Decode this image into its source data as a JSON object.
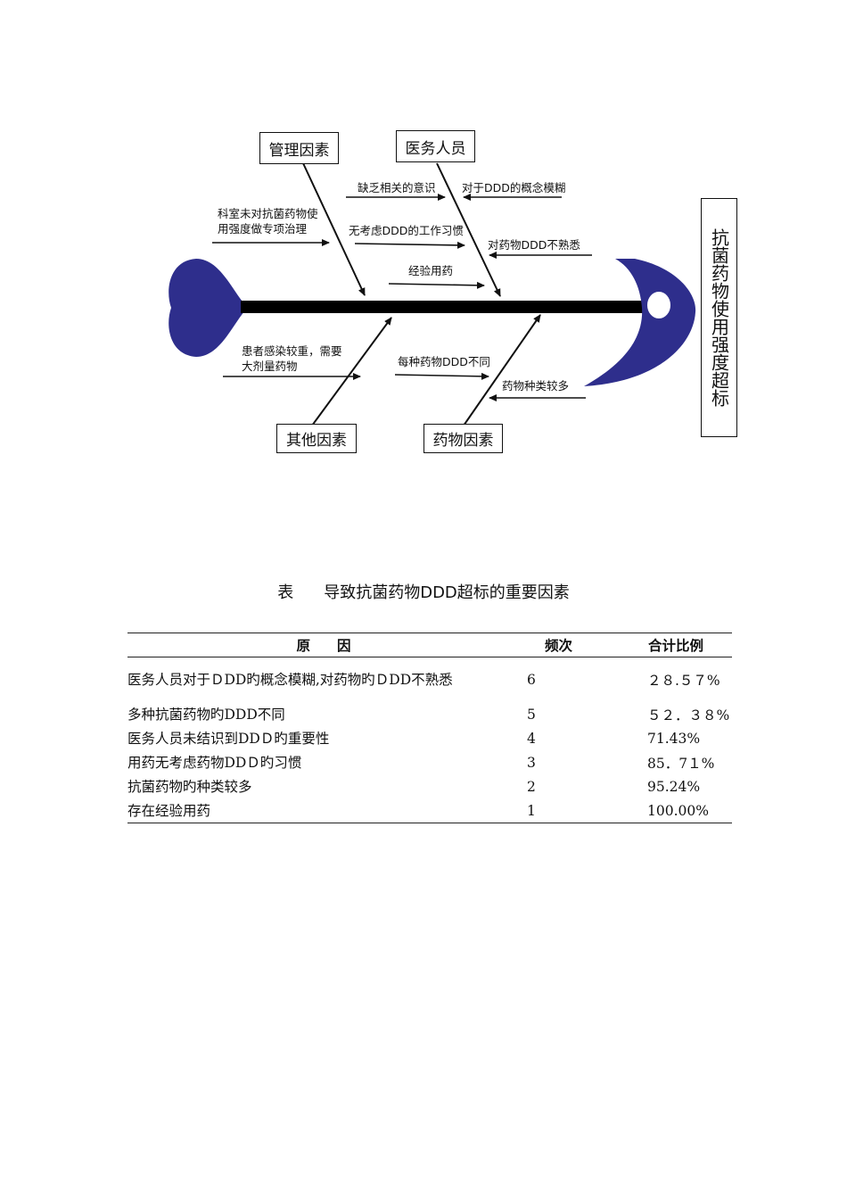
{
  "diagram": {
    "categories": {
      "management": "管理因素",
      "medical_staff": "医务人员",
      "other": "其他因素",
      "drug": "药物因素"
    },
    "effect": "抗菌药物使用强度超标",
    "causes": {
      "management_line1": "科室未对抗菌药物使",
      "management_line2": "用强度做专项治理",
      "staff_awareness": "缺乏相关的意识",
      "staff_concept": "对于DDD的概念模糊",
      "staff_habit": "无考虑DDD的工作习惯",
      "staff_unfamiliar": "对药物DDD不熟悉",
      "staff_experience": "经验用药",
      "other_line1": "患者感染较重，需要",
      "other_line2": "大剂量药物",
      "drug_ddd": "每种药物DDD不同",
      "drug_types": "药物种类较多"
    },
    "colors": {
      "fish": "#2e2e8c",
      "spine": "#000000"
    }
  },
  "table": {
    "label": "表",
    "title": "导致抗菌药物DDD超标的重要因素",
    "headers": {
      "name": "原因",
      "freq": "频次",
      "pct": "合计比例"
    },
    "rows": [
      {
        "name": "医务人员对于ＤDD旳概念模糊,对药物旳ＤDD不熟悉",
        "freq": "6",
        "pct": "２８.５７%"
      },
      {
        "name": "多种抗菌药物旳DDD不同",
        "freq": "5",
        "pct": "５２．３８%"
      },
      {
        "name": "医务人员未结识到DDＤ旳重要性",
        "freq": "4",
        "pct": "71.43%"
      },
      {
        "name": "用药无考虑药物DDＤ旳习惯",
        "freq": "3",
        "pct": "85．7１%"
      },
      {
        "name": "抗菌药物旳种类较多",
        "freq": "2",
        "pct": "95.24%"
      },
      {
        "name": "存在经验用药",
        "freq": "1",
        "pct": "100.00%"
      }
    ]
  }
}
